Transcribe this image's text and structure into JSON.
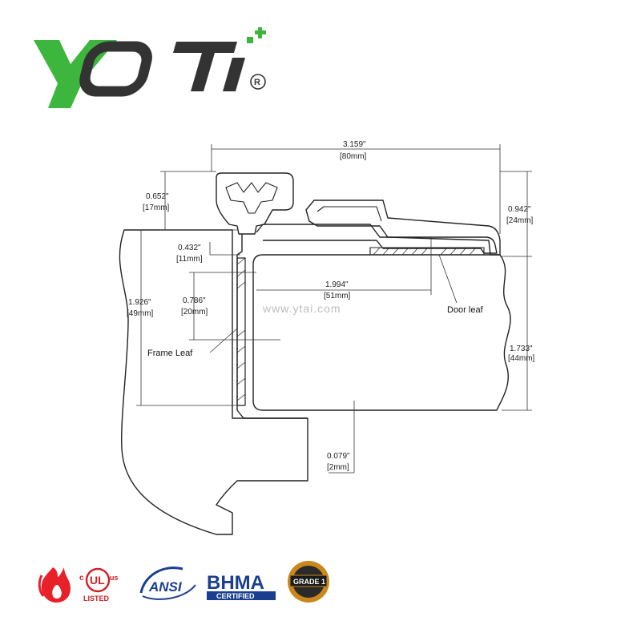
{
  "brand": {
    "name": "YOTI",
    "registered": "®",
    "green": "#3cb63c",
    "dark": "#333333"
  },
  "watermark": "www.ytai.com",
  "dimensions": {
    "overall_width": {
      "in": "3.159\"",
      "mm": "[80mm]"
    },
    "top_offset": {
      "in": "0.652\"",
      "mm": "[17mm]"
    },
    "right_height": {
      "in": "0.942\"",
      "mm": "[24mm]"
    },
    "gap_small": {
      "in": "0.432\"",
      "mm": "[11mm]"
    },
    "frame_overlap": {
      "in": "0.786\"",
      "mm": "[20mm]"
    },
    "frame_depth": {
      "in": "1.926\"",
      "mm": "[49mm]"
    },
    "leaf_overlap": {
      "in": "1.994\"",
      "mm": "[51mm]"
    },
    "door_thickness": {
      "in": "1.733\"",
      "mm": "[44mm]"
    },
    "bottom_gap": {
      "in": "0.079\"",
      "mm": "[2mm]"
    }
  },
  "labels": {
    "door_leaf": "Door leaf",
    "frame_leaf": "Frame Leaf"
  },
  "certifications": {
    "ul_c": "c",
    "ul_mark": "UL",
    "ul_us": "us",
    "ul_listed": "LISTED",
    "ansi": "ANSI",
    "bhma": "BHMA",
    "bhma_certified": "CERTIFIED",
    "grade": "GRADE 1",
    "fire_color": "#e8202a",
    "ul_color": "#d21f26",
    "ansi_color": "#1a3f8f",
    "bhma_color": "#1a3f8f",
    "grade_color": "#c9871c"
  }
}
